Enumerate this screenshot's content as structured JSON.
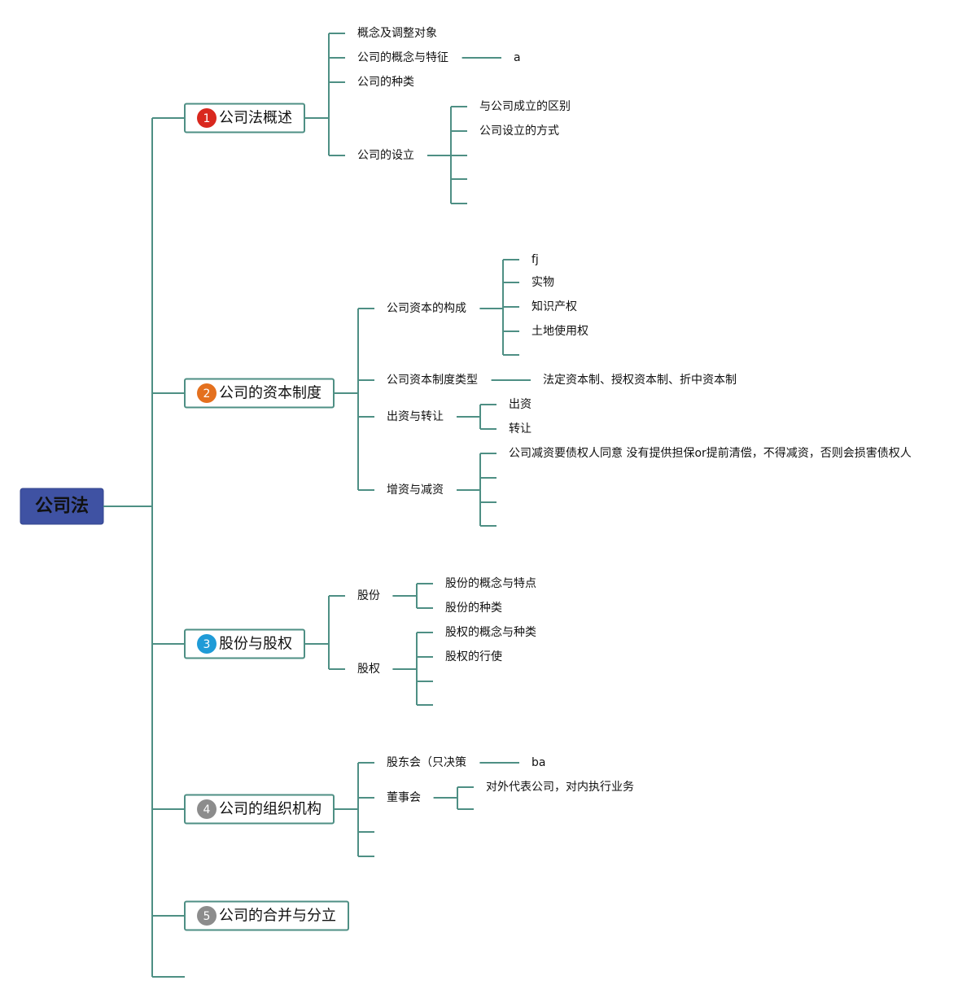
{
  "root": {
    "label": "公司法",
    "color": "#3f52a3"
  },
  "branches": [
    {
      "number": "1",
      "badge_color": "#d9281e",
      "label": "公司法概述",
      "children": [
        {
          "label": "概念及调整对象"
        },
        {
          "label": "公司的概念与特征",
          "children": [
            "a"
          ]
        },
        {
          "label": "公司的种类"
        },
        {
          "label": "公司的设立",
          "children": [
            "与公司成立的区别",
            "公司设立的方式",
            "",
            "",
            ""
          ]
        }
      ]
    },
    {
      "number": "2",
      "badge_color": "#e4701e",
      "label": "公司的资本制度",
      "children": [
        {
          "label": "公司资本的构成",
          "children": [
            "fj",
            "实物",
            "知识产权",
            "土地使用权",
            ""
          ]
        },
        {
          "label": "公司资本制度类型",
          "children": [
            "法定资本制、授权资本制、折中资本制"
          ]
        },
        {
          "label": "出资与转让",
          "children": [
            "出资",
            "转让"
          ]
        },
        {
          "label": "增资与减资",
          "children": [
            "公司减资要债权人同意 没有提供担保or提前清偿，不得减资，否则会损害债权人",
            "",
            "",
            ""
          ]
        }
      ]
    },
    {
      "number": "3",
      "badge_color": "#1f9bd7",
      "label": "股份与股权",
      "children": [
        {
          "label": "股份",
          "children": [
            "股份的概念与特点",
            "股份的种类"
          ]
        },
        {
          "label": "股权",
          "children": [
            "股权的概念与种类",
            "股权的行使",
            "",
            ""
          ]
        }
      ]
    },
    {
      "number": "4",
      "badge_color": "#8c8c8c",
      "label": "公司的组织机构",
      "children": [
        {
          "label": "股东会（只决策",
          "children": [
            "ba"
          ]
        },
        {
          "label": "董事会",
          "children": [
            "对外代表公司，对内执行业务",
            ""
          ]
        },
        {
          "label": ""
        },
        {
          "label": ""
        }
      ]
    },
    {
      "number": "5",
      "badge_color": "#8c8c8c",
      "label": "公司的合并与分立",
      "children": []
    },
    {
      "number": "",
      "badge_color": "",
      "label": "",
      "children": []
    }
  ]
}
